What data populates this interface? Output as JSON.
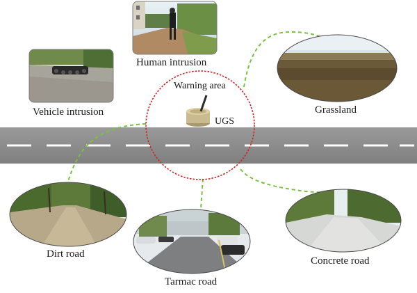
{
  "center": {
    "warning_label": "Warning area",
    "sensor_label": "UGS"
  },
  "scenes": {
    "human": {
      "label": "Human intrusion"
    },
    "vehicle": {
      "label": "Vehicle intrusion"
    },
    "grassland": {
      "label": "Grassland"
    },
    "dirt": {
      "label": "Dirt road"
    },
    "tarmac": {
      "label": "Tarmac road"
    },
    "concrete": {
      "label": "Concrete road"
    }
  },
  "colors": {
    "road": "#8f8f8f",
    "road_marking": "#ffffff",
    "warning_circle": "#d62020",
    "connector": "#7ac142"
  }
}
